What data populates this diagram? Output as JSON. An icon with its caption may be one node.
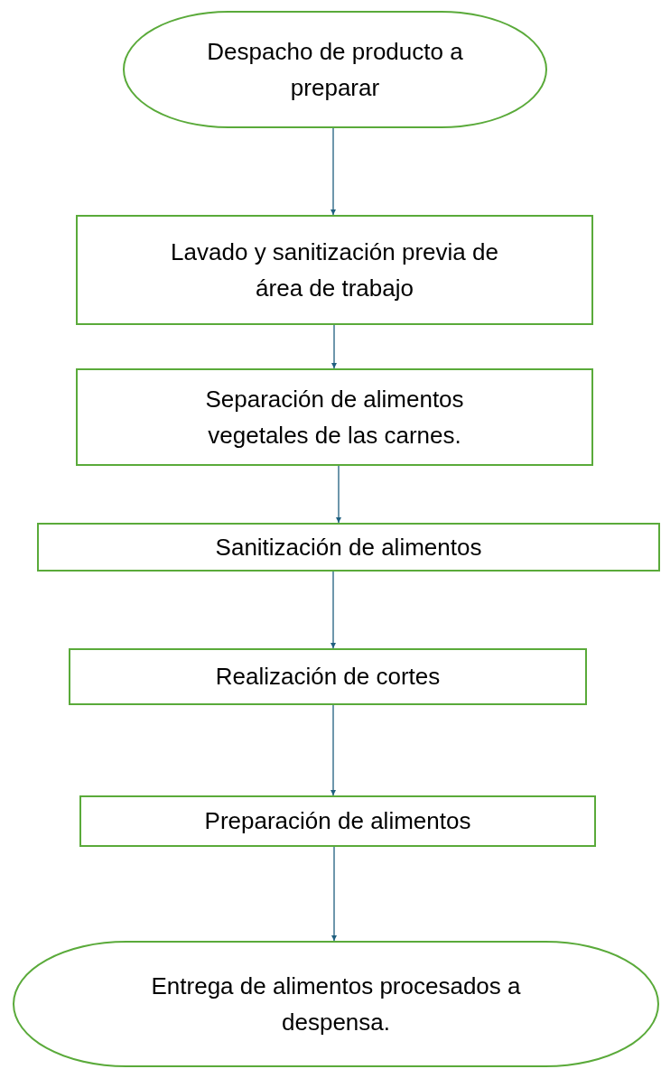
{
  "diagram": {
    "nodes": [
      {
        "text": [
          "Despacho de producto a preparar"
        ]
      },
      {
        "text": [
          "Lavado y sanitización previa de área de trabajo"
        ]
      },
      {
        "text": [
          "Separación de alimentos vegetales de las carnes."
        ]
      },
      {
        "text": [
          "Sanitización de alimentos"
        ]
      },
      {
        "text": [
          "Realización de cortes"
        ]
      },
      {
        "text": [
          "Preparación de alimentos"
        ]
      },
      {
        "text": [
          "Entrega de alimentos procesados a despensa."
        ]
      }
    ],
    "edges": [
      {
        "from": 0,
        "to": 1,
        "arrow": "to"
      },
      {
        "from": 1,
        "to": 2,
        "arrow": "to"
      },
      {
        "from": 2,
        "to": 3,
        "arrow": "to"
      },
      {
        "from": 3,
        "to": 4,
        "arrow": "to"
      },
      {
        "from": 4,
        "to": 5,
        "arrow": "to"
      },
      {
        "from": 5,
        "to": 6,
        "arrow": "to"
      }
    ]
  }
}
